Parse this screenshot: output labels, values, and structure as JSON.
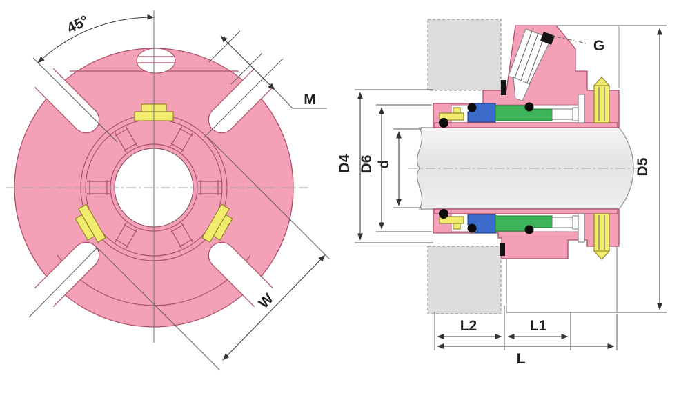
{
  "drawing": {
    "type": "mechanical-cartridge-seal-technical-drawing",
    "front_view": {
      "angle_label": "45°",
      "slot_width_label": "M",
      "width_across_label": "W"
    },
    "section_view": {
      "port_label": "G",
      "dim_gland_diameter": "D4",
      "dim_inner_diameter": "D6",
      "dim_shaft_diameter": "d",
      "dim_outer_diameter": "D5",
      "dim_length_right": "L1",
      "dim_length_left": "L2",
      "dim_length_total": "L"
    },
    "colors": {
      "gland_pink": "#F4A0B6",
      "pink_outline": "#A94F6C",
      "screw_yellow": "#F2EC6E",
      "collar_blue": "#3B6CCB",
      "seal_green": "#3DB45A",
      "housing_gray": "#DCDCDC",
      "shaft_gray": "#EDEDED",
      "dimension": "#3C3C3C"
    }
  }
}
